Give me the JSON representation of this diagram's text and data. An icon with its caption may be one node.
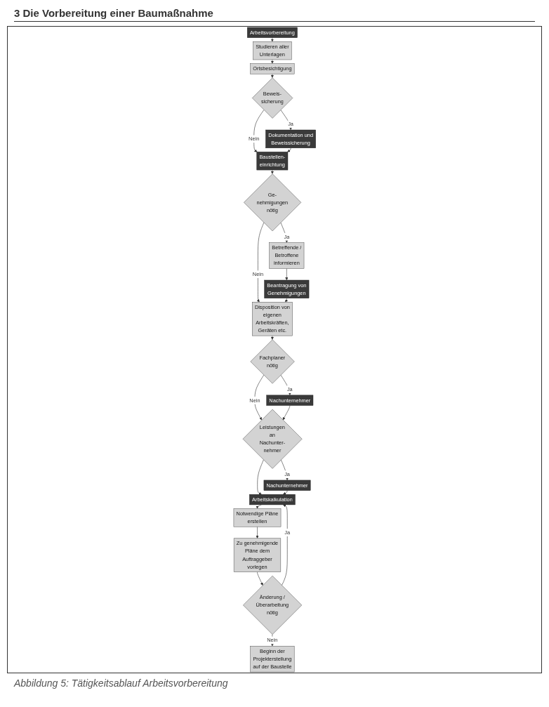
{
  "diagram": {
    "title": "3 Die Vorbereitung einer Baumaßnahme",
    "caption": "Abbildung 5: Tätigkeitsablauf Arbeitsvorbereitung",
    "nodes": [
      {
        "text": [
          "Arbeitsvorbereitung"
        ]
      },
      {
        "text": [
          "Studieren aller Unterlagen"
        ]
      },
      {
        "text": [
          "Ortsbesichtigung"
        ]
      },
      {
        "text": [
          "Beweis- sicherung"
        ]
      },
      {
        "text": [
          "Dokumentation und Beweissicherung"
        ]
      },
      {
        "text": [
          "Baustellen- einrichtung"
        ]
      },
      {
        "text": [
          "Ge- nehmigungen nötig"
        ]
      },
      {
        "text": [
          "Betreffende / Betroffene informieren"
        ]
      },
      {
        "text": [
          "Beantragung von Genehmigungen"
        ]
      },
      {
        "text": [
          "Disposition von eigenen Arbeitskräften, Geräten etc."
        ]
      },
      {
        "text": [
          "Fachplaner nötig"
        ]
      },
      {
        "text": [
          "Nachunternehmer"
        ]
      },
      {
        "text": [
          "Leistungen an Nachunter- nehmer"
        ]
      },
      {
        "text": [
          "Nachunternehmer"
        ]
      },
      {
        "text": [
          "Arbeitskalkulation"
        ]
      },
      {
        "text": [
          "Notwendige Pläne erstellen"
        ]
      },
      {
        "text": [
          "Zu genehmigende Pläne dem Auftraggeber vorlegen"
        ]
      },
      {
        "text": [
          "Änderung / Überarbeitung nötig"
        ]
      },
      {
        "text": [
          "Beginn der Projekterstellung auf der Baustelle"
        ]
      }
    ],
    "edges": [
      {
        "from": 0,
        "to": 1,
        "arrow": "to"
      },
      {
        "from": 1,
        "to": 2,
        "arrow": "to"
      },
      {
        "from": 2,
        "to": 3,
        "arrow": "to"
      },
      {
        "from": 3,
        "to": 4,
        "arrow": "to",
        "label": "Ja"
      },
      {
        "from": 3,
        "to": 5,
        "arrow": "to",
        "label": "Nein"
      },
      {
        "from": 4,
        "to": 5,
        "arrow": "to"
      },
      {
        "from": 5,
        "to": 6,
        "arrow": "to"
      },
      {
        "from": 6,
        "to": 7,
        "arrow": "to",
        "label": "Ja"
      },
      {
        "from": 7,
        "to": 8,
        "arrow": "to"
      },
      {
        "from": 6,
        "to": 9,
        "arrow": "to",
        "label": "Nein"
      },
      {
        "from": 8,
        "to": 9,
        "arrow": "to"
      },
      {
        "from": 9,
        "to": 10,
        "arrow": "to"
      },
      {
        "from": 10,
        "to": 11,
        "arrow": "to",
        "label": "Ja"
      },
      {
        "from": 10,
        "to": 12,
        "arrow": "to",
        "label": "Nein"
      },
      {
        "from": 11,
        "to": 12,
        "arrow": "to"
      },
      {
        "from": 12,
        "to": 13,
        "arrow": "to",
        "label": "Ja"
      },
      {
        "from": 12,
        "to": 14,
        "arrow": "to"
      },
      {
        "from": 13,
        "to": 14,
        "arrow": "to"
      },
      {
        "from": 14,
        "to": 15,
        "arrow": "to"
      },
      {
        "from": 15,
        "to": 16,
        "arrow": "to"
      },
      {
        "from": 16,
        "to": 17,
        "arrow": "to"
      },
      {
        "from": 17,
        "to": 14,
        "arrow": "to",
        "label": "Ja"
      },
      {
        "from": 17,
        "to": 18,
        "arrow": "to",
        "label": "Nein"
      }
    ]
  }
}
